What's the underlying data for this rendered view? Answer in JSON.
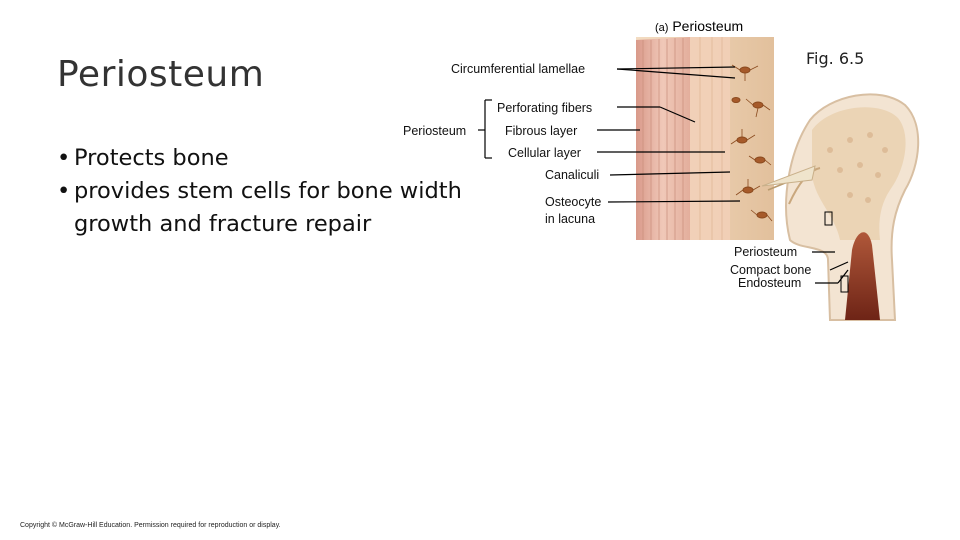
{
  "slide": {
    "title": "Periosteum",
    "bullets": [
      {
        "marker": "•",
        "text": "Protects bone"
      },
      {
        "marker": "•",
        "text": "provides stem cells for bone width growth and fracture repair"
      }
    ],
    "copyright": "Copyright © McGraw-Hill Education. Permission required for reproduction or display."
  },
  "figure": {
    "panel_marker": "(a)",
    "panel_title": "Periosteum",
    "fig_number": "Fig. 6.5",
    "labels": {
      "circumferential_lamellae": "Circumferential lamellae",
      "perforating_fibers": "Perforating fibers",
      "periosteum_bracket": "Periosteum",
      "fibrous_layer": "Fibrous layer",
      "cellular_layer": "Cellular layer",
      "canaliculi": "Canaliculi",
      "osteocyte_line1": "Osteocyte",
      "osteocyte_line2": "in lacuna",
      "femur_periosteum": "Periosteum",
      "femur_compact_bone": "Compact bone",
      "femur_endosteum": "Endosteum"
    },
    "colors": {
      "bone_tissue": "#e8c9a8",
      "cell_dark": "#a65a2a",
      "lamellae_pink": "#e7b7a6",
      "marrow": "#7a2a18"
    }
  }
}
